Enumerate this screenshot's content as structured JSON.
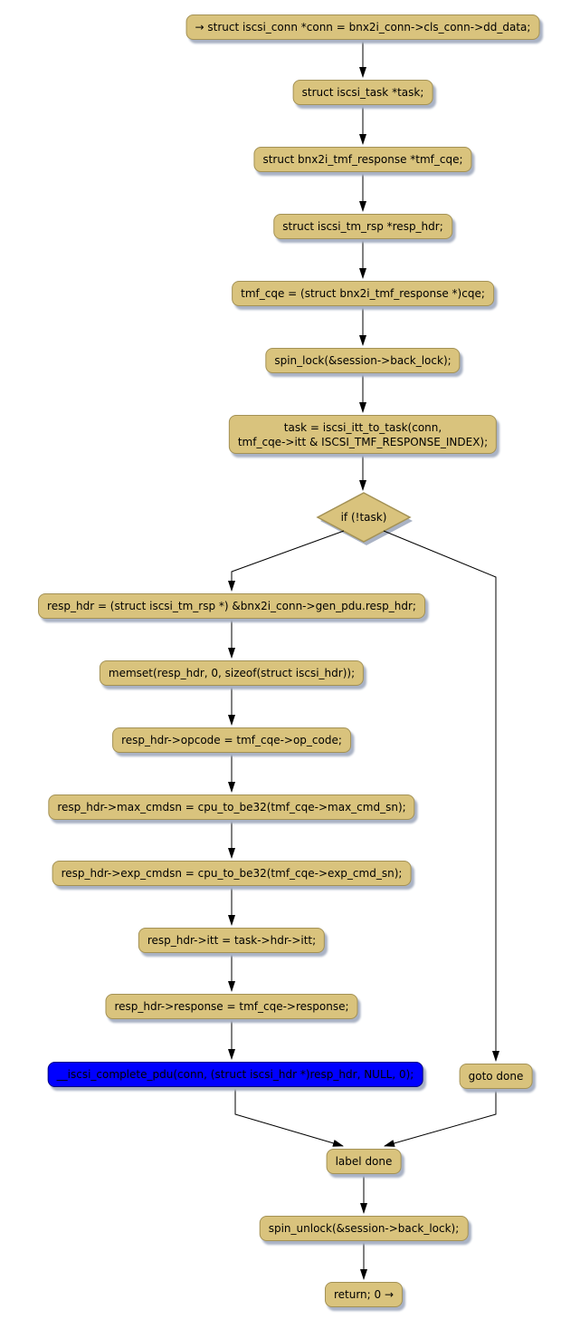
{
  "colors": {
    "background": "#FFFFFF",
    "node_fill": "#D9C37D",
    "node_border": "#A39155",
    "highlight_fill": "#0000FF",
    "highlight_border": "#000080",
    "shadow": "#A9B2C4",
    "line": "#000000",
    "text": "#000000"
  },
  "nodes": {
    "start": {
      "label": "→ struct iscsi_conn *conn = bnx2i_conn->cls_conn->dd_data;"
    },
    "declare_task": {
      "label": "struct iscsi_task *task;"
    },
    "declare_tmf_cqe": {
      "label": "struct bnx2i_tmf_response *tmf_cqe;"
    },
    "declare_resp_hdr": {
      "label": "struct iscsi_tm_rsp *resp_hdr;"
    },
    "assign_tmf_cqe": {
      "label": "tmf_cqe = (struct bnx2i_tmf_response *)cqe;"
    },
    "spin_lock": {
      "label": "spin_lock(&session->back_lock);"
    },
    "lookup_task": {
      "label": "task = iscsi_itt_to_task(conn,\ntmf_cqe->itt & ISCSI_TMF_RESPONSE_INDEX);"
    },
    "decision": {
      "label": "if (!task)"
    },
    "resp_hdr_assign": {
      "label": "resp_hdr = (struct iscsi_tm_rsp *) &bnx2i_conn->gen_pdu.resp_hdr;"
    },
    "memset_resp_hdr": {
      "label": "memset(resp_hdr, 0, sizeof(struct iscsi_hdr));"
    },
    "set_opcode": {
      "label": "resp_hdr->opcode = tmf_cqe->op_code;"
    },
    "set_max_cmdsn": {
      "label": "resp_hdr->max_cmdsn = cpu_to_be32(tmf_cqe->max_cmd_sn);"
    },
    "set_exp_cmdsn": {
      "label": "resp_hdr->exp_cmdsn = cpu_to_be32(tmf_cqe->exp_cmd_sn);"
    },
    "set_itt": {
      "label": "resp_hdr->itt = task->hdr->itt;"
    },
    "set_response": {
      "label": "resp_hdr->response = tmf_cqe->response;"
    },
    "complete_pdu": {
      "label": "__iscsi_complete_pdu(conn, (struct iscsi_hdr *)resp_hdr, NULL, 0);"
    },
    "goto_done": {
      "label": "goto done"
    },
    "label_done": {
      "label": "label done"
    },
    "spin_unlock": {
      "label": "spin_unlock(&session->back_lock);"
    },
    "return": {
      "label": "return; 0 →"
    }
  },
  "edges": [
    {
      "from": "start",
      "to": "declare_task"
    },
    {
      "from": "declare_task",
      "to": "declare_tmf_cqe"
    },
    {
      "from": "declare_tmf_cqe",
      "to": "declare_resp_hdr"
    },
    {
      "from": "declare_resp_hdr",
      "to": "assign_tmf_cqe"
    },
    {
      "from": "assign_tmf_cqe",
      "to": "spin_lock"
    },
    {
      "from": "spin_lock",
      "to": "lookup_task"
    },
    {
      "from": "lookup_task",
      "to": "decision"
    },
    {
      "from": "decision",
      "to": "resp_hdr_assign"
    },
    {
      "from": "decision",
      "to": "goto_done"
    },
    {
      "from": "resp_hdr_assign",
      "to": "memset_resp_hdr"
    },
    {
      "from": "memset_resp_hdr",
      "to": "set_opcode"
    },
    {
      "from": "set_opcode",
      "to": "set_max_cmdsn"
    },
    {
      "from": "set_max_cmdsn",
      "to": "set_exp_cmdsn"
    },
    {
      "from": "set_exp_cmdsn",
      "to": "set_itt"
    },
    {
      "from": "set_itt",
      "to": "set_response"
    },
    {
      "from": "set_response",
      "to": "complete_pdu"
    },
    {
      "from": "complete_pdu",
      "to": "label_done"
    },
    {
      "from": "goto_done",
      "to": "label_done"
    },
    {
      "from": "label_done",
      "to": "spin_unlock"
    },
    {
      "from": "spin_unlock",
      "to": "return"
    }
  ]
}
